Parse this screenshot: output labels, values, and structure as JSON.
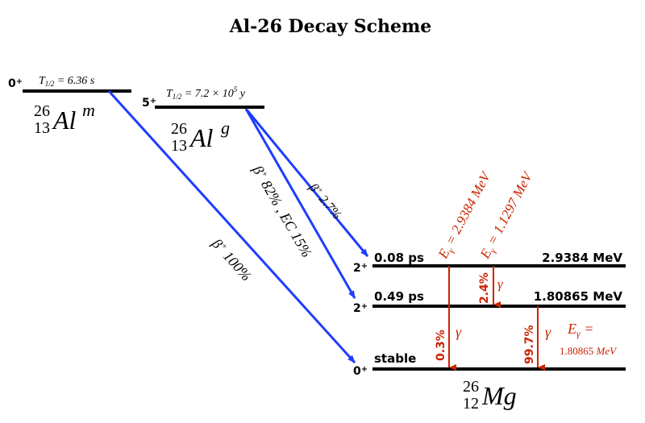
{
  "title": "Al-26 Decay Scheme",
  "colors": {
    "level": "#000000",
    "beta_arrow": "#1f3dff",
    "gamma": "#cc2200"
  },
  "parents": [
    {
      "id": "alm",
      "spin": "0+",
      "half_life": "T1/2 = 6.36 s",
      "mass": "26",
      "z": "13",
      "symbol": "Al",
      "sup": "m"
    },
    {
      "id": "alg",
      "spin": "5+",
      "half_life": "T1/2 = 7.2 × 10^5 y",
      "mass": "26",
      "z": "13",
      "symbol": "Al",
      "sup": "g"
    }
  ],
  "daughter": {
    "mass": "26",
    "z": "12",
    "symbol": "Mg"
  },
  "levels": [
    {
      "spin": "2+",
      "lifetime": "0.08 ps",
      "energy": "2.9384 MeV"
    },
    {
      "spin": "2+",
      "lifetime": "0.49 ps",
      "energy": "1.80865 MeV"
    },
    {
      "spin": "0+",
      "lifetime": "stable",
      "energy": ""
    }
  ],
  "beta_transitions": [
    {
      "from": "Al-26m",
      "to": "stable",
      "label": "β+ 100%"
    },
    {
      "from": "Al-26g",
      "to": "1.80865 MeV",
      "label": "β+ 82%, EC 15%"
    },
    {
      "from": "Al-26g",
      "to": "2.9384 MeV",
      "label": "β+ 2.7%"
    }
  ],
  "gamma_transitions": [
    {
      "from": "2.9384 MeV",
      "to": "stable",
      "intensity": "0.3%",
      "symbol": "γ",
      "energy_label": "Eγ = 2.9384 MeV"
    },
    {
      "from": "2.9384 MeV",
      "to": "1.80865 MeV",
      "intensity": "2.4%",
      "symbol": "γ",
      "energy_label": "Eγ = 1.1297 MeV"
    },
    {
      "from": "1.80865 MeV",
      "to": "stable",
      "intensity": "99.7%",
      "symbol": "γ",
      "energy_label": "Eγ =",
      "energy_value": "1.80865 MeV"
    }
  ]
}
